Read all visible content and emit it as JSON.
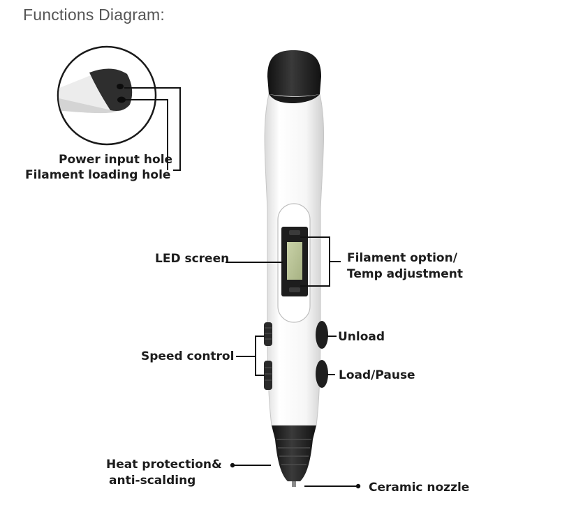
{
  "header": {
    "title": "Functions Diagram:"
  },
  "labels": {
    "power_input_hole": "Power input hole",
    "filament_loading_hole": "Filament loading hole",
    "led_screen": "LED screen",
    "filament_option_line1": "Filament option/",
    "filament_option_line2": "Temp adjustment",
    "unload": "Unload",
    "speed_control": "Speed control",
    "load_pause": "Load/Pause",
    "heat_protection_line1": "Heat protection&",
    "heat_protection_line2": "anti-scalding",
    "ceramic_nozzle": "Ceramic nozzle"
  },
  "colors": {
    "pen_body": "#f4f4f4",
    "pen_dark": "#2a2a2a",
    "lcd_screen": "#b9c39a",
    "leader_line": "#111111",
    "title_text": "#555555"
  }
}
